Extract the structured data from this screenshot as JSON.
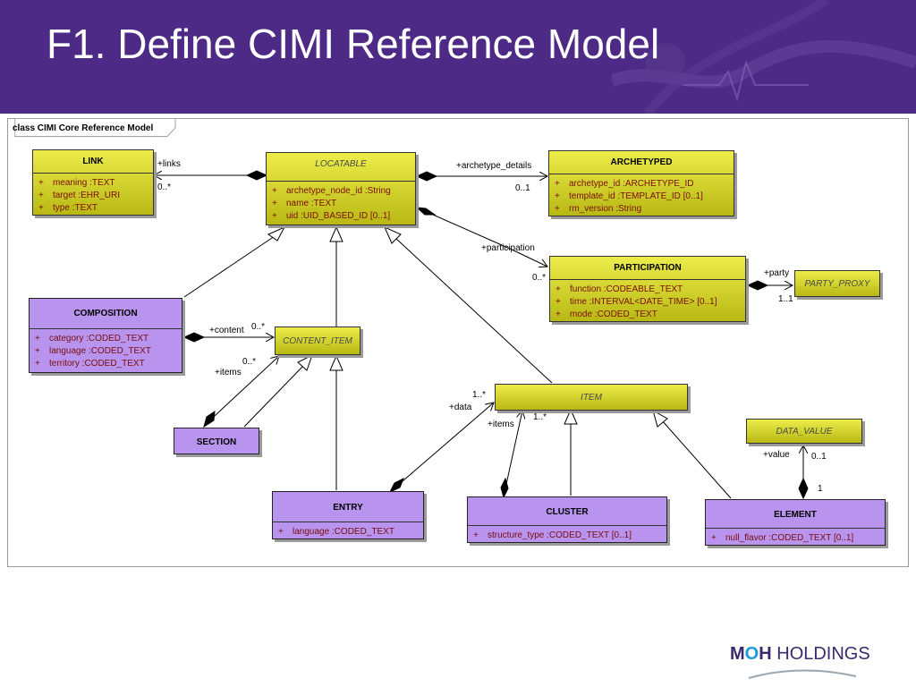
{
  "slide": {
    "title": "F1. Define CIMI Reference Model"
  },
  "diagram": {
    "frame_label": "class CIMI Core Reference Model",
    "classes": {
      "link": {
        "name": "LINK",
        "attrs": [
          {
            "vis": "+",
            "text": "meaning  :TEXT"
          },
          {
            "vis": "+",
            "text": "target  :EHR_URI"
          },
          {
            "vis": "+",
            "text": "type  :TEXT"
          }
        ]
      },
      "locatable": {
        "name": "LOCATABLE",
        "attrs": [
          {
            "vis": "+",
            "text": "archetype_node_id  :String"
          },
          {
            "vis": "+",
            "text": "name  :TEXT"
          },
          {
            "vis": "+",
            "text": "uid  :UID_BASED_ID [0..1]"
          }
        ]
      },
      "archetyped": {
        "name": "ARCHETYPED",
        "attrs": [
          {
            "vis": "+",
            "text": "archetype_id  :ARCHETYPE_ID"
          },
          {
            "vis": "+",
            "text": "template_id  :TEMPLATE_ID [0..1]"
          },
          {
            "vis": "+",
            "text": "rm_version  :String"
          }
        ]
      },
      "participation": {
        "name": "PARTICIPATION",
        "attrs": [
          {
            "vis": "+",
            "text": "function  :CODEABLE_TEXT"
          },
          {
            "vis": "+",
            "text": "time  :INTERVAL<DATE_TIME> [0..1]"
          },
          {
            "vis": "+",
            "text": "mode  :CODED_TEXT"
          }
        ]
      },
      "party_proxy": {
        "name": "PARTY_PROXY"
      },
      "composition": {
        "name": "COMPOSITION",
        "attrs": [
          {
            "vis": "+",
            "text": "category  :CODED_TEXT"
          },
          {
            "vis": "+",
            "text": "language  :CODED_TEXT"
          },
          {
            "vis": "+",
            "text": "territory  :CODED_TEXT"
          }
        ]
      },
      "content_item": {
        "name": "CONTENT_ITEM"
      },
      "item": {
        "name": "ITEM"
      },
      "data_value": {
        "name": "DATA_VALUE"
      },
      "section": {
        "name": "SECTION"
      },
      "entry": {
        "name": "ENTRY",
        "attrs": [
          {
            "vis": "+",
            "text": "language  :CODED_TEXT"
          }
        ]
      },
      "cluster": {
        "name": "CLUSTER",
        "attrs": [
          {
            "vis": "+",
            "text": "structure_type  :CODED_TEXT [0..1]"
          }
        ]
      },
      "element": {
        "name": "ELEMENT",
        "attrs": [
          {
            "vis": "+",
            "text": "null_flavor  :CODED_TEXT [0..1]"
          }
        ]
      }
    },
    "labels": {
      "links_role": "+links",
      "links_mult": "0..*",
      "archetype_details_role": "+archetype_details",
      "archetype_details_mult": "0..1",
      "participation_role": "+participation",
      "participation_mult": "0..*",
      "party_role": "+party",
      "party_mult": "1..1",
      "content_role": "+content",
      "content_mult": "0..*",
      "section_items_role": "+items",
      "section_items_mult": "0..*",
      "data_role": "+data",
      "data_mult": "1..*",
      "cluster_items_role": "+items",
      "cluster_items_mult": "1..*",
      "value_role": "+value",
      "value_mult": "0..1",
      "element_value_mult": "1"
    }
  },
  "logo": {
    "text_a": "M",
    "text_b": "H",
    "text_c": " HOLDINGS"
  }
}
